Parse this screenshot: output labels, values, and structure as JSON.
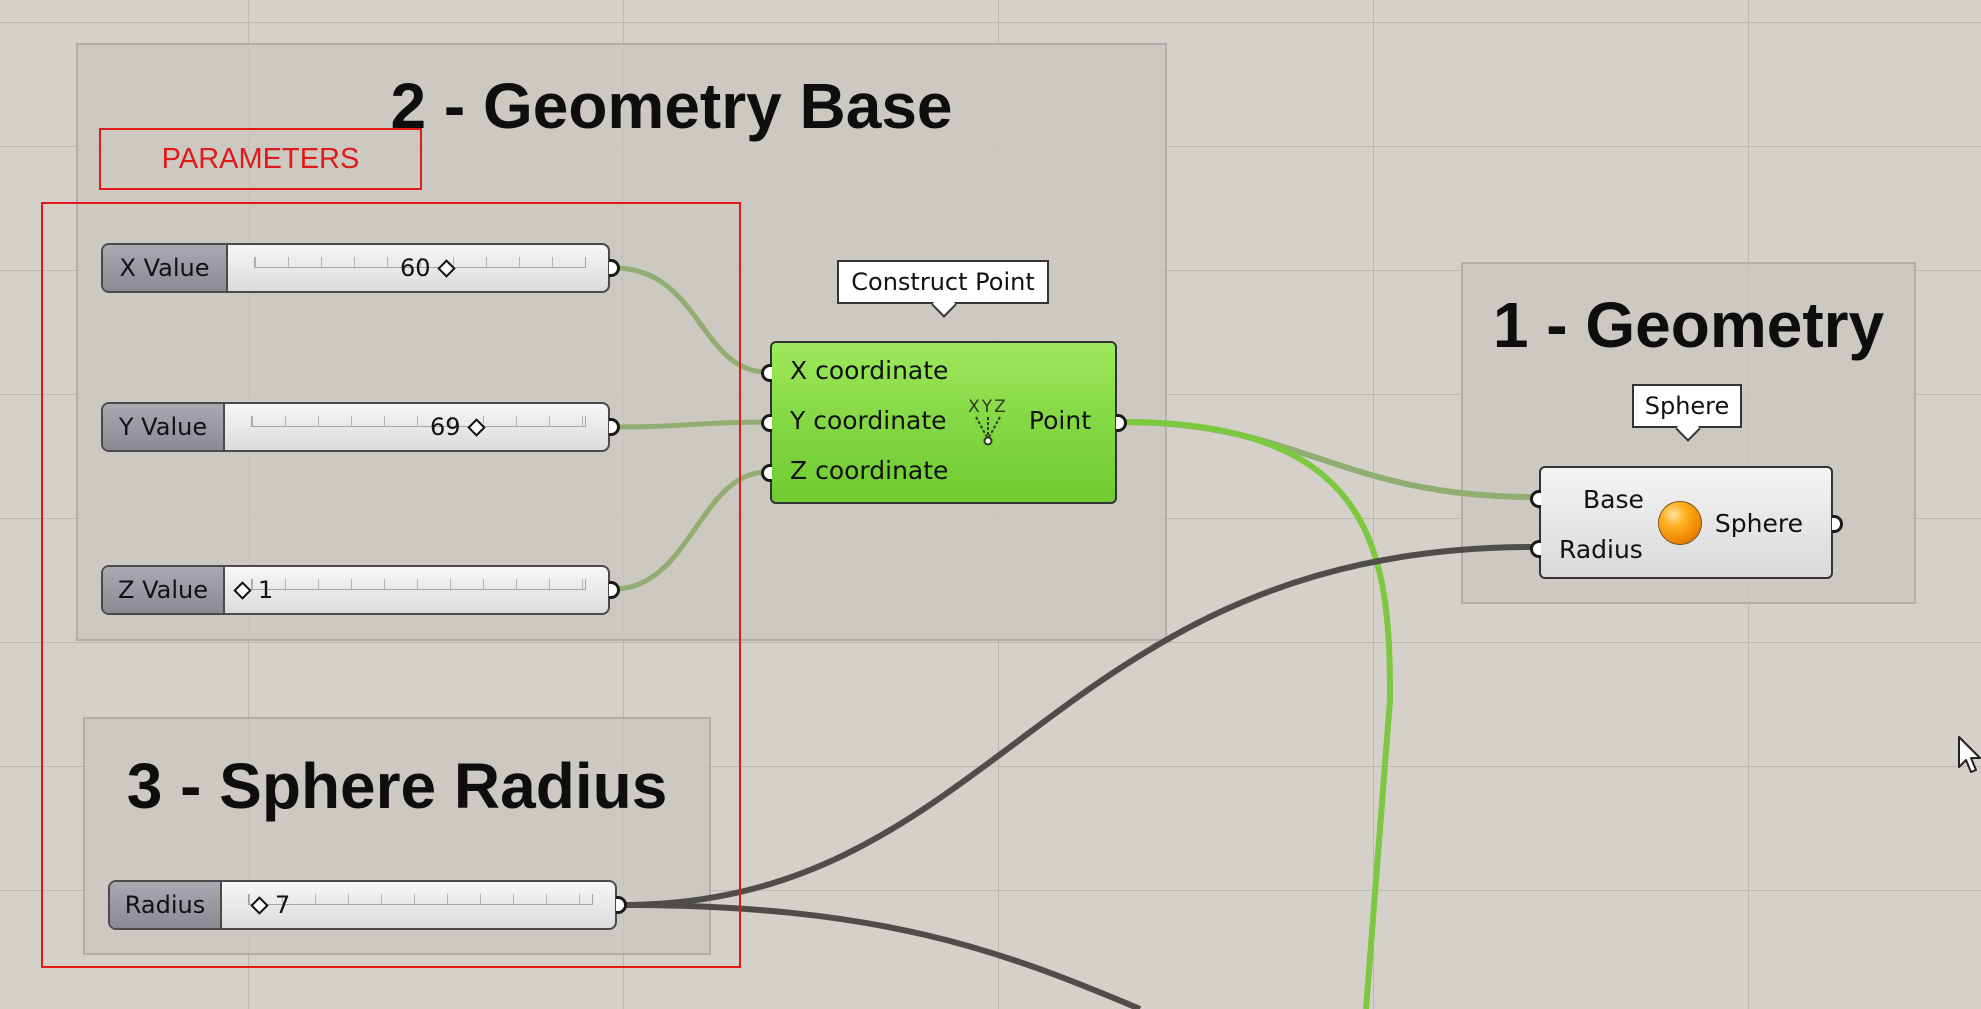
{
  "groups": {
    "geometry_base_title": "2 - Geometry Base",
    "geometry_title": "1 - Geometry",
    "sphere_radius_title": "3 - Sphere Radius"
  },
  "annotation": {
    "parameters_label": "PARAMETERS"
  },
  "sliders": {
    "x": {
      "name": "X Value",
      "value": "60"
    },
    "y": {
      "name": "Y Value",
      "value": "69"
    },
    "z": {
      "name": "Z Value",
      "value": "1"
    },
    "radius": {
      "name": "Radius",
      "value": "7"
    }
  },
  "construct_point": {
    "tooltip": "Construct Point",
    "inputs": [
      "X coordinate",
      "Y coordinate",
      "Z coordinate"
    ],
    "icon_text": "XYZ",
    "output": "Point",
    "color": "#7fd63a"
  },
  "sphere": {
    "tooltip": "Sphere",
    "inputs": [
      "Base",
      "Radius"
    ],
    "output": "Sphere",
    "icon_color": "#f08a00"
  },
  "colors": {
    "wire_selected": "#7cc83f",
    "wire_faded": "#92ad72",
    "wire_default": "#4f4d4a",
    "annotation": "#e01a1a"
  }
}
